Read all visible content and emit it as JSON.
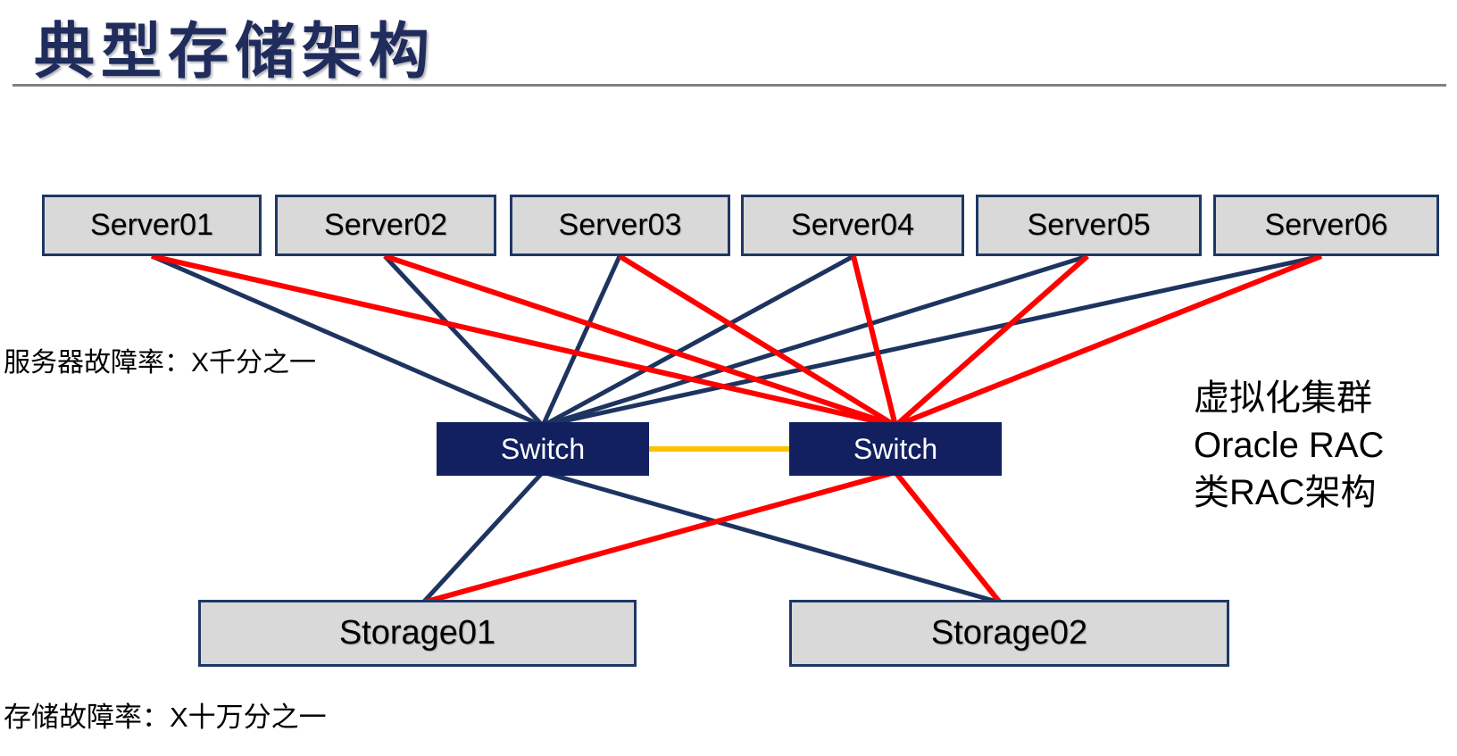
{
  "title": "典型存储架构",
  "labels": {
    "server_failure_rate": "服务器故障率：X千分之一",
    "storage_failure_rate": "存储故障率：X十万分之一"
  },
  "annotation": {
    "line1": "虚拟化集群",
    "line2": "Oracle RAC",
    "line3": "类RAC架构"
  },
  "nodes": {
    "servers": [
      {
        "id": "server01",
        "label": "Server01"
      },
      {
        "id": "server02",
        "label": "Server02"
      },
      {
        "id": "server03",
        "label": "Server03"
      },
      {
        "id": "server04",
        "label": "Server04"
      },
      {
        "id": "server05",
        "label": "Server05"
      },
      {
        "id": "server06",
        "label": "Server06"
      }
    ],
    "switches": [
      {
        "id": "switch-a",
        "label": "Switch"
      },
      {
        "id": "switch-b",
        "label": "Switch"
      }
    ],
    "storages": [
      {
        "id": "storage01",
        "label": "Storage01"
      },
      {
        "id": "storage02",
        "label": "Storage02"
      }
    ]
  },
  "connections": [
    {
      "from": "server01",
      "to": "switch-a",
      "type": "fabric_a"
    },
    {
      "from": "server02",
      "to": "switch-a",
      "type": "fabric_a"
    },
    {
      "from": "server03",
      "to": "switch-a",
      "type": "fabric_a"
    },
    {
      "from": "server04",
      "to": "switch-a",
      "type": "fabric_a"
    },
    {
      "from": "server05",
      "to": "switch-a",
      "type": "fabric_a"
    },
    {
      "from": "server06",
      "to": "switch-a",
      "type": "fabric_a"
    },
    {
      "from": "server01",
      "to": "switch-b",
      "type": "fabric_b"
    },
    {
      "from": "server02",
      "to": "switch-b",
      "type": "fabric_b"
    },
    {
      "from": "server03",
      "to": "switch-b",
      "type": "fabric_b"
    },
    {
      "from": "server04",
      "to": "switch-b",
      "type": "fabric_b"
    },
    {
      "from": "server05",
      "to": "switch-b",
      "type": "fabric_b"
    },
    {
      "from": "server06",
      "to": "switch-b",
      "type": "fabric_b"
    },
    {
      "from": "switch-a",
      "to": "switch-b",
      "type": "isl"
    },
    {
      "from": "switch-a",
      "to": "storage01",
      "type": "fabric_a"
    },
    {
      "from": "switch-a",
      "to": "storage02",
      "type": "fabric_a"
    },
    {
      "from": "switch-b",
      "to": "storage01",
      "type": "fabric_b"
    },
    {
      "from": "switch-b",
      "to": "storage02",
      "type": "fabric_b"
    }
  ],
  "colors": {
    "fabric_a": "#1E3460",
    "fabric_b": "#FF0000",
    "isl": "#FFC000",
    "node_fill": "#D9D9D9",
    "node_border": "#1F3864",
    "switch_fill": "#122060",
    "title": "#1F2C5C"
  }
}
